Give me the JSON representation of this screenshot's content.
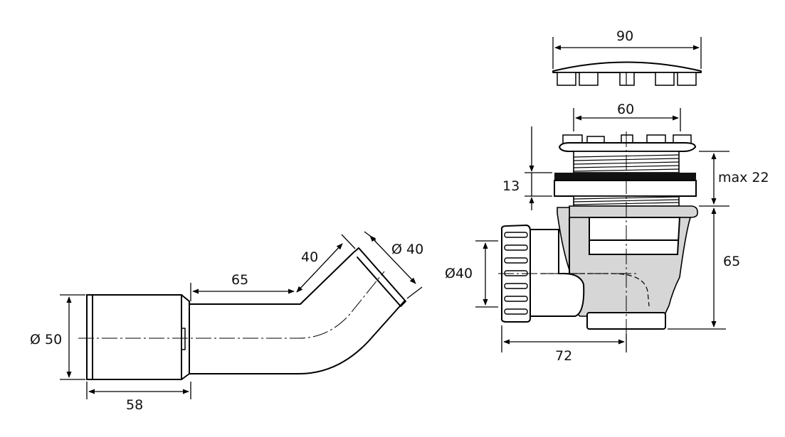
{
  "labels": {
    "pipe_diameter": "Ø 50",
    "pipe_length": "58",
    "straight_length": "65",
    "angled_length": "40",
    "end_diameter": "Ø 40",
    "cap_width": "90",
    "grate_width": "60",
    "flange_height": "13",
    "max_height": "max 22",
    "outlet_diameter": "Ø40",
    "body_height": "65",
    "outlet_offset": "72"
  }
}
